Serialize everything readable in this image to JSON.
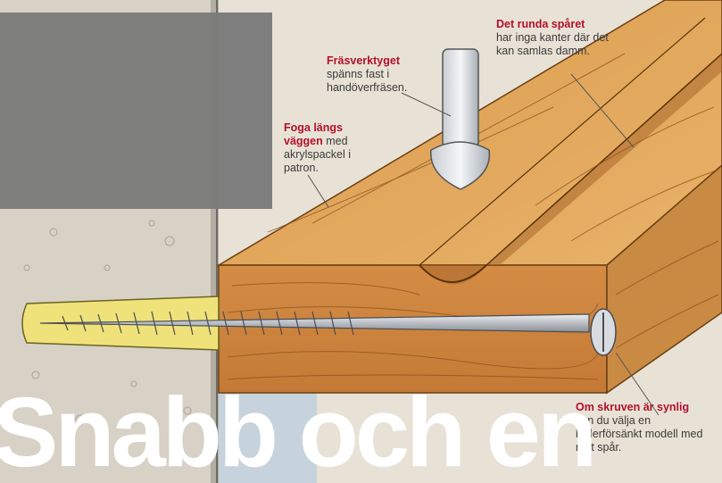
{
  "callouts": {
    "fras": {
      "bold": "Fräsverktyget",
      "text": "spänns fast i handöverfräsen."
    },
    "runda": {
      "bold": "Det runda spåret",
      "text": "har inga kanter där det kan samlas damm."
    },
    "foga": {
      "bold": "Foga längs väggen",
      "text": " med akrylspackel i patron."
    },
    "skruv": {
      "bold": "Om skruven är synlig",
      "text": " kan du välja en kullerförsänkt modell med rakt spår."
    }
  },
  "headline": {
    "text": "Snabb och en"
  },
  "colors": {
    "highlight": "#b3102a",
    "callout_text": "#3a3a3a",
    "wall": "#d7d2c5",
    "wood": "#e0a45a",
    "plug": "#efe27a",
    "screw": "#c9ccd0"
  }
}
